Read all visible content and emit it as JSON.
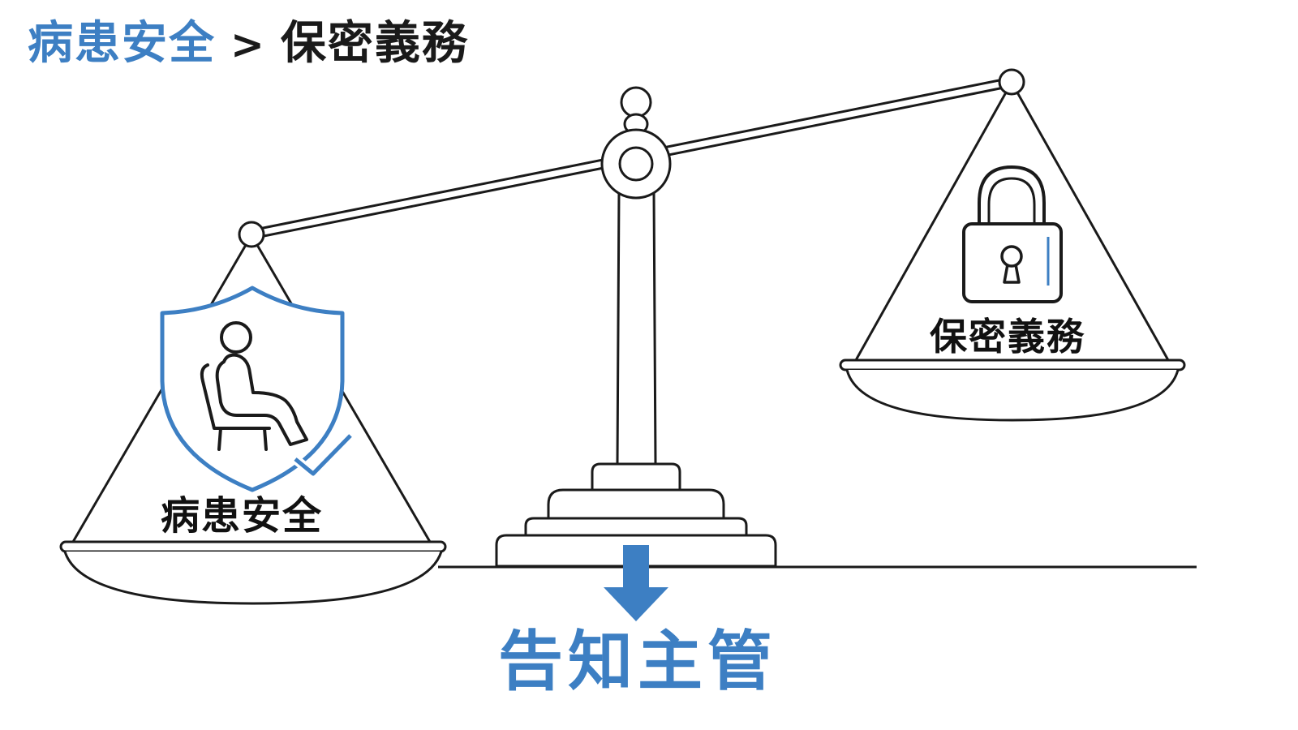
{
  "title": {
    "left": "病患安全",
    "separator": ">",
    "right": "保密義務"
  },
  "pans": {
    "left_label": "病患安全",
    "right_label": "保密義務"
  },
  "conclusion": "告知主管",
  "icons": {
    "left": "patient-shield-check-icon",
    "right": "padlock-icon",
    "arrow": "down-arrow-icon"
  },
  "colors": {
    "accent": "#3d7fc3",
    "ink": "#1a1a1a",
    "background": "#ffffff"
  }
}
